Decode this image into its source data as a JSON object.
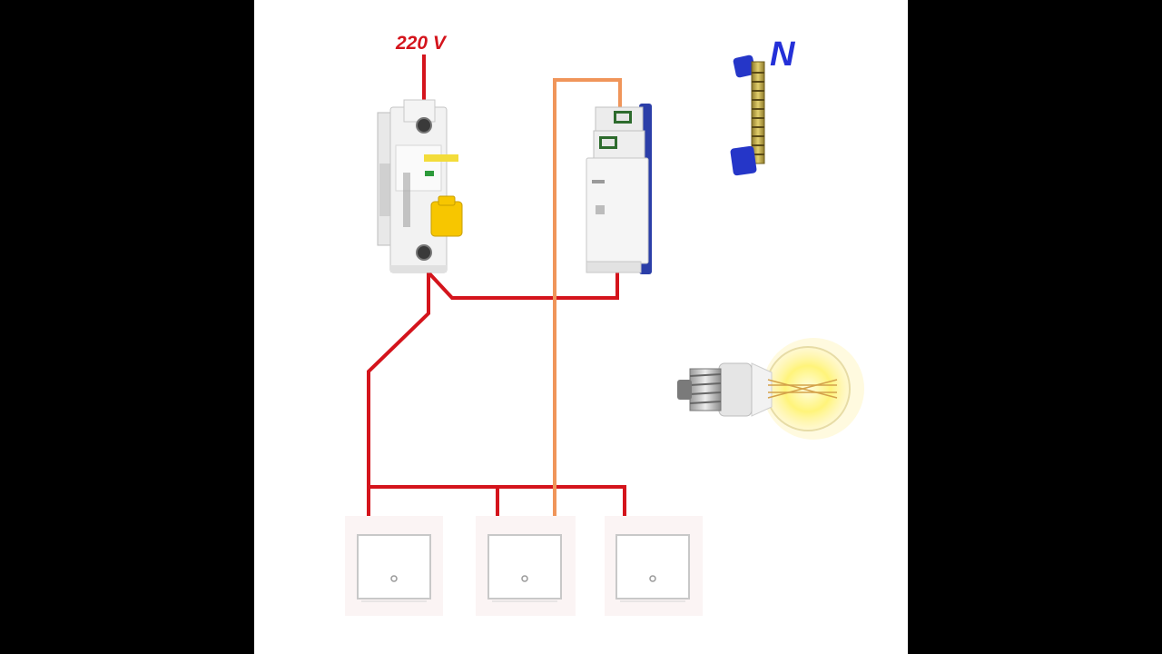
{
  "labels": {
    "voltage": "220 V",
    "neutral": "N"
  },
  "colors": {
    "background": "#000000",
    "canvas": "#ffffff",
    "phase_wire": "#d4141c",
    "control_wire": "#f0955a",
    "neutral_label": "#2430d8",
    "voltage_label": "#d4141c",
    "breaker_toggle": "#f7c600",
    "relay_accent": "#2b3ea8",
    "busbar_end": "#2536c8",
    "bulb_glow": "#fff47a"
  },
  "components": {
    "breaker": "circuit-breaker",
    "relay": "impulse-relay",
    "neutral_bus": "neutral-busbar",
    "lamp": "light-bulb",
    "switches": [
      "push-button-1",
      "push-button-2",
      "push-button-3"
    ]
  }
}
